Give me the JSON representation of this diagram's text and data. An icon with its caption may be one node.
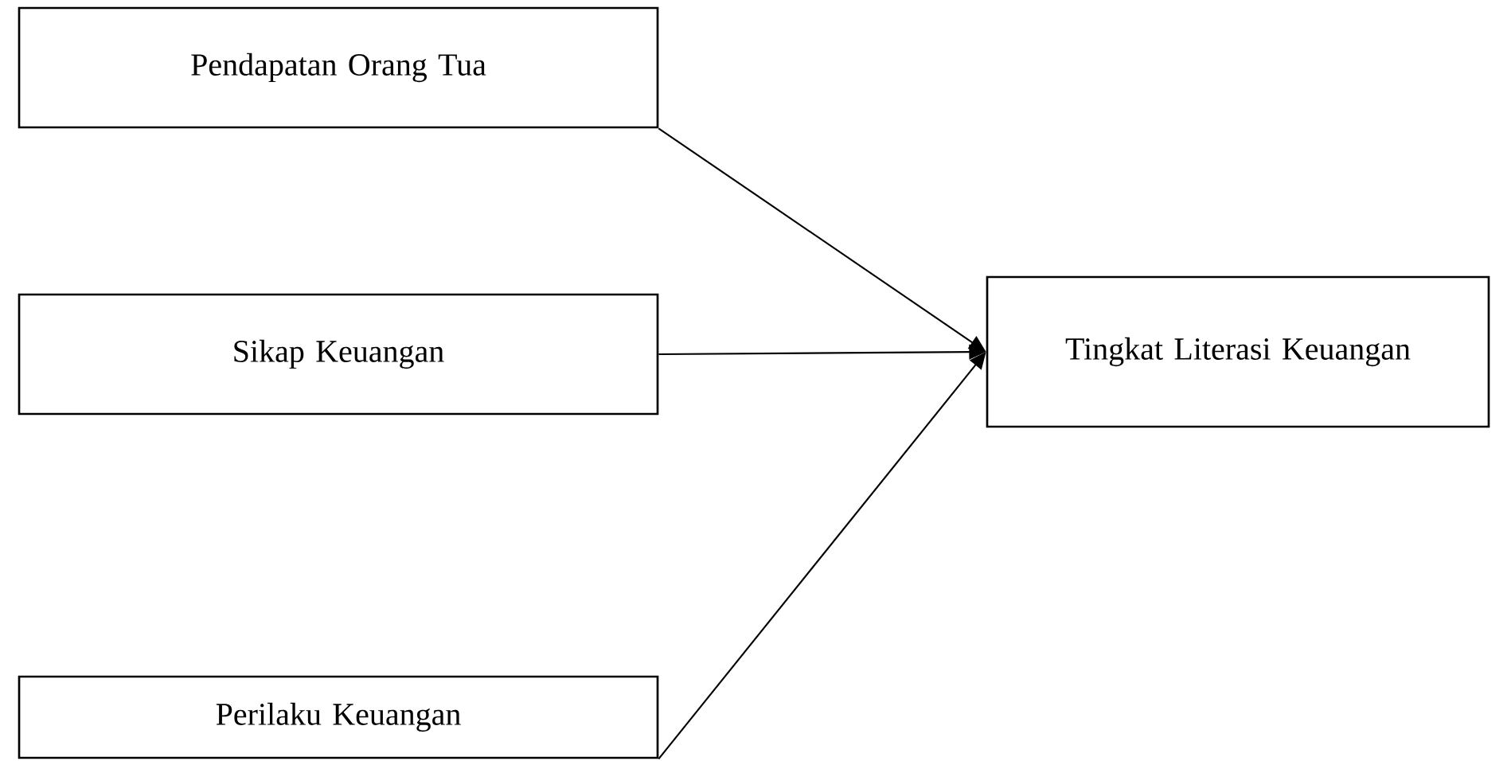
{
  "diagram": {
    "nodes": [
      {
        "text": [
          "Pendapatan Orang Tua"
        ]
      },
      {
        "text": [
          "Sikap Keuangan"
        ]
      },
      {
        "text": [
          "Perilaku Keuangan"
        ]
      },
      {
        "text": [
          "Tingkat Literasi Keuangan"
        ]
      }
    ],
    "edges": [
      {
        "from": 0,
        "to": 3,
        "arrow": "to"
      },
      {
        "from": 1,
        "to": 3,
        "arrow": "to"
      },
      {
        "from": 2,
        "to": 3,
        "arrow": "to"
      }
    ]
  }
}
